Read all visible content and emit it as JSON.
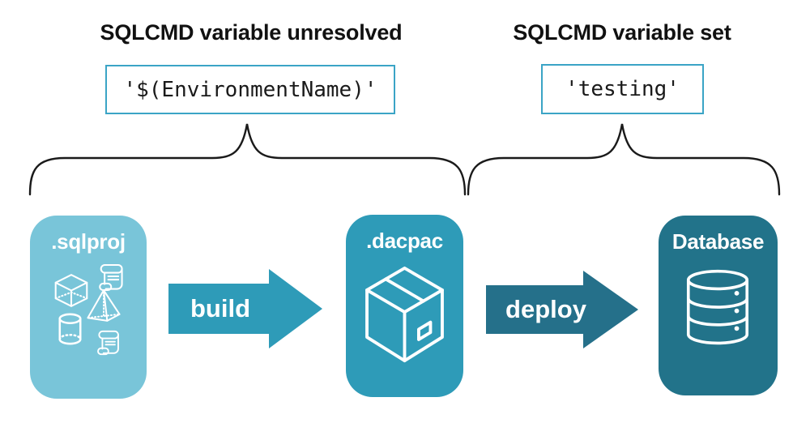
{
  "annotations": {
    "unresolved": {
      "title": "SQLCMD variable unresolved",
      "code": "'$(EnvironmentName)'"
    },
    "set": {
      "title": "SQLCMD variable set",
      "code": "'testing'"
    }
  },
  "pipeline": {
    "stages": [
      {
        "id": "sqlproj",
        "label": ".sqlproj",
        "color": "#79C5D9",
        "icons": [
          "scroll-icon",
          "cube-icon",
          "pyramid-icon",
          "cylinder-icon",
          "scroll-icon"
        ]
      },
      {
        "id": "dacpac",
        "label": ".dacpac",
        "color": "#2E9BB8",
        "icons": [
          "package-icon"
        ]
      },
      {
        "id": "database",
        "label": "Database",
        "color": "#22738A",
        "icons": [
          "database-icon"
        ]
      }
    ],
    "arrows": [
      {
        "label": "build",
        "color": "#2E9BB8"
      },
      {
        "label": "deploy",
        "color": "#25708A"
      }
    ]
  },
  "colors": {
    "background": "#FFFFFF",
    "heading_text": "#111111",
    "code_text": "#1A1A1A",
    "code_box_border": "#3BA4C6",
    "brace_stroke": "#1A1A1A",
    "stage_label_text": "#FFFFFF",
    "arrow_label_text": "#FFFFFF"
  }
}
